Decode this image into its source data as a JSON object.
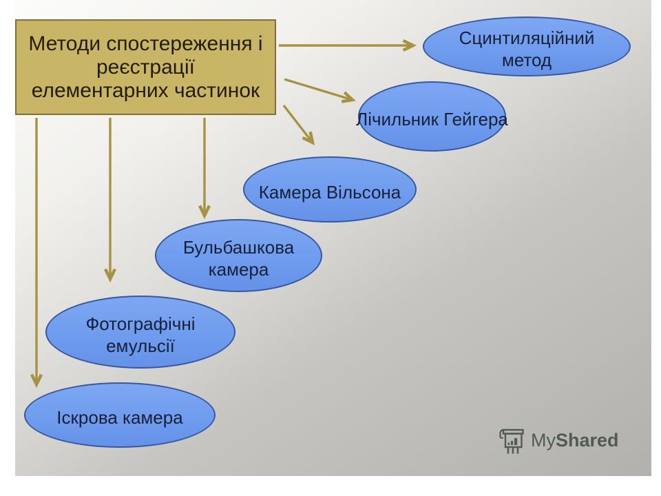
{
  "slide": {
    "title": {
      "text": "Методи спостереження і\nреєстрації\nелементарних частинок"
    },
    "nodes": [
      {
        "id": "scintillation",
        "label": "Сцинтиляційний\nметод"
      },
      {
        "id": "geiger",
        "label": "Лічильник Гейгера"
      },
      {
        "id": "wilson",
        "label": "Камера Вільсона"
      },
      {
        "id": "bubble",
        "label": "Бульбашкова\nкамера"
      },
      {
        "id": "photo",
        "label": "Фотографічні\nемульсії"
      },
      {
        "id": "spark",
        "label": "Іскрова камера"
      }
    ],
    "edges": [
      {
        "from": "title",
        "to": "scintillation"
      },
      {
        "from": "title",
        "to": "geiger"
      },
      {
        "from": "title",
        "to": "wilson"
      },
      {
        "from": "title",
        "to": "bubble"
      },
      {
        "from": "title",
        "to": "photo"
      },
      {
        "from": "title",
        "to": "spark"
      }
    ],
    "watermark": {
      "prefix": "My",
      "suffix": "Shared"
    },
    "colors": {
      "title_box_fill": "#c9b566",
      "title_box_border": "#7d7136",
      "title_text": "#241c07",
      "node_fill": "#6f9ae9",
      "node_border": "#3a5ca2",
      "node_text": "#1c2747",
      "arrow": "#a59343",
      "watermark": "#4a564d"
    }
  }
}
